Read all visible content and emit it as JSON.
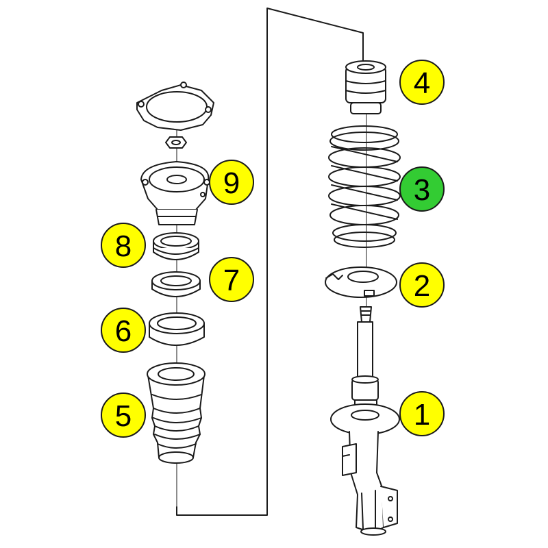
{
  "colors": {
    "background": "#ffffff",
    "line": "#1a1a1a",
    "callout_default": "#ffff00",
    "callout_highlight": "#33cc33"
  },
  "callouts": [
    {
      "id": "1",
      "label": "1",
      "part": "strut-shock-absorber",
      "highlighted": false
    },
    {
      "id": "2",
      "label": "2",
      "part": "lower-spring-seat",
      "highlighted": false
    },
    {
      "id": "3",
      "label": "3",
      "part": "coil-spring",
      "highlighted": true
    },
    {
      "id": "4",
      "label": "4",
      "part": "bump-stop",
      "highlighted": false
    },
    {
      "id": "5",
      "label": "5",
      "part": "dust-boot",
      "highlighted": false
    },
    {
      "id": "6",
      "label": "6",
      "part": "upper-spring-seat",
      "highlighted": false
    },
    {
      "id": "7",
      "label": "7",
      "part": "spring-pad",
      "highlighted": false
    },
    {
      "id": "8",
      "label": "8",
      "part": "strut-bearing",
      "highlighted": false
    },
    {
      "id": "9",
      "label": "9",
      "part": "strut-top-mount",
      "highlighted": false
    }
  ]
}
